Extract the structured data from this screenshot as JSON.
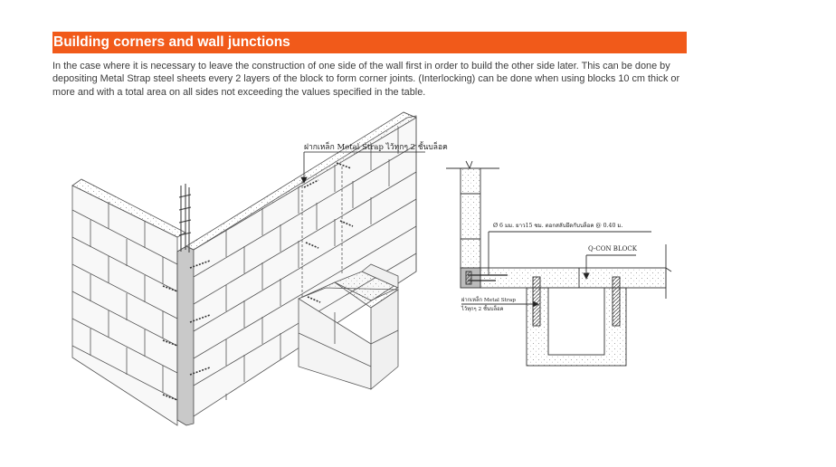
{
  "heading": "Building corners and wall junctions",
  "paragraph": "In the case where it is necessary to leave the construction of one side of the wall first in order to build the other side later. This can be done by depositing Metal Strap steel sheets every 2 layers of the block to form corner joints. (Interlocking) can be done when using blocks 10 cm thick or more and with a total area on all sides not exceeding the values specified in the table.",
  "figure": {
    "iso_callout": "ฝากเหล็ก Metal Strap ไว้ทุกๆ 2 ชั้นบล็อค",
    "plan_dowel_note": "Ø 6 มม. ยาว15 ซม. ตอกสลับยึดกับบล็อค @ 0.40 ม.",
    "plan_block_label": "Q-CON  BLOCK",
    "plan_strap_note_line1": "ฝากเหล็ก Metal Strap",
    "plan_strap_note_line2": "ไว้ทุกๆ 2 ชั้นบล็อค"
  }
}
